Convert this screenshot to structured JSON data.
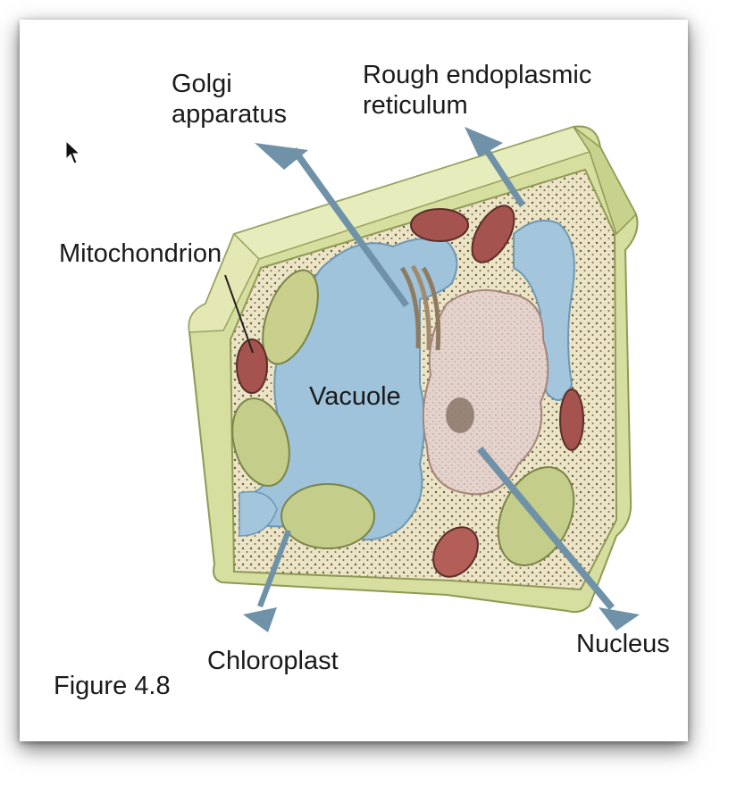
{
  "labels": {
    "golgi_line1": "Golgi",
    "golgi_line2": "apparatus",
    "rer_line1": "Rough endoplasmic",
    "rer_line2": "reticulum",
    "mitochondrion": "Mitochondrion",
    "vacuole": "Vacuole",
    "chloroplast": "Chloroplast",
    "nucleus": "Nucleus"
  },
  "caption": "Figure 4.8",
  "colors": {
    "cell_wall": "#d9e2a4",
    "cytoplasm": "#ece6c8",
    "vacuole": "#9ec3da",
    "nucleus": "#e6d4cd",
    "chloroplast": "#c4cd8a",
    "mitochondrion": "#a4534e",
    "leader_arrow": "#6f92a8"
  }
}
